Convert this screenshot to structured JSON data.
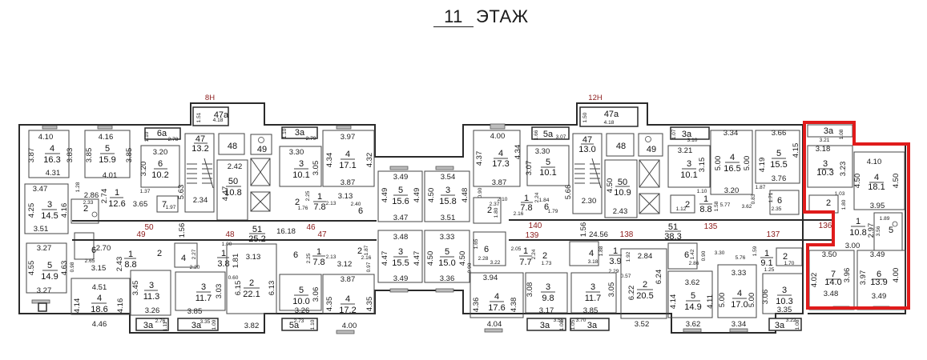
{
  "floor": {
    "number": "11",
    "label": "ЭТАЖ"
  },
  "highlight_color": "#e01b1b",
  "apartment_number_color": "#8b1a1a",
  "sections": [
    {
      "label": "8Н"
    },
    {
      "label": "12Н"
    }
  ],
  "common": {
    "corridor_left": {
      "num": "51",
      "area": "25.2",
      "length": "16.18",
      "width": "1.56"
    },
    "corridor_right": {
      "num": "51",
      "area": "38.3",
      "length": "24.56",
      "width": "1.56"
    },
    "stair_left": {
      "num": "47",
      "area": "13.2",
      "dim": "5.63",
      "dim2": "2.34"
    },
    "stair_right": {
      "num": "47",
      "area": "13.0",
      "dim": "5.66",
      "dim2": "2.30"
    },
    "lobby_left": {
      "num": "50",
      "area": "10.8",
      "dim": "4.47",
      "dim2": "2.42"
    },
    "lobby_right": {
      "num": "50",
      "area": "10.9",
      "dim": "4.50",
      "dim2": "2.43"
    },
    "balcony_left": {
      "num": "47а",
      "d1": "1.51",
      "d2": "4.18"
    },
    "balcony_right": {
      "num": "47а",
      "d1": "1.50",
      "d2": "4.18"
    },
    "room48_left": {
      "num": "48"
    },
    "room48_right": {
      "num": "48"
    },
    "room49_left": {
      "num": "49"
    },
    "room49_right": {
      "num": "49"
    }
  },
  "apartment_numbers": [
    "50",
    "49",
    "48",
    "46",
    "47",
    "140",
    "139",
    "138",
    "135",
    "137",
    "136"
  ],
  "rooms": [
    {
      "num": "4",
      "area": "16.3",
      "dims": [
        "4.10",
        "3.87",
        "3.83",
        "4.31"
      ]
    },
    {
      "num": "5",
      "area": "15.9",
      "dims": [
        "4.16",
        "3.85",
        "3.85",
        "4.01"
      ]
    },
    {
      "num": "6а",
      "area": "",
      "dims": [
        "1.10",
        "2.78"
      ]
    },
    {
      "num": "6",
      "area": "10.2",
      "dims": [
        "3.20",
        "3.20"
      ]
    },
    {
      "num": "3",
      "area": "14.5",
      "dims": [
        "3.47",
        "4.25",
        "4.16",
        "3.51"
      ]
    },
    {
      "num": "1",
      "area": "12.6",
      "dims": [
        "2.74",
        "3.65",
        "1.28",
        "1.37"
      ]
    },
    {
      "num": "2",
      "area": "",
      "dims": [
        "2.86",
        "2.33"
      ]
    },
    {
      "num": "7",
      "area": "",
      "dims": [
        "1.97"
      ]
    },
    {
      "num": "5",
      "area": "14.9",
      "dims": [
        "3.27",
        "4.55",
        "4.63",
        "3.27"
      ]
    },
    {
      "num": "6",
      "area": "",
      "dims": [
        "3.15",
        "2.65",
        "0.98"
      ]
    },
    {
      "num": "1",
      "area": "8.8",
      "dims": [
        "2.70",
        "2.43"
      ]
    },
    {
      "num": "2",
      "area": "",
      "dims": []
    },
    {
      "num": "4",
      "area": "18.6",
      "dims": [
        "4.51",
        "4.14",
        "4.16",
        "4.46"
      ]
    },
    {
      "num": "3",
      "area": "11.3",
      "dims": [
        "3.45",
        "3.26"
      ]
    },
    {
      "num": "3а",
      "area": "",
      "dims": [
        "2.76",
        "1.11"
      ]
    },
    {
      "num": "4",
      "area": "",
      "dims": [
        "2.27",
        "2.20"
      ]
    },
    {
      "num": "1",
      "area": "3.8",
      "dims": [
        "1.81",
        "1.00",
        "0.60"
      ]
    },
    {
      "num": "3",
      "area": "11.7",
      "dims": [
        "3.03",
        "3.85"
      ]
    },
    {
      "num": "3а",
      "area": "",
      "dims": [
        "3.35",
        "1.09"
      ]
    },
    {
      "num": "2",
      "area": "22.1",
      "dims": [
        "3.13",
        "6.15",
        "6.13",
        "3.82"
      ]
    },
    {
      "num": "3а",
      "area": "",
      "dims": [
        "1.10",
        "2.79"
      ]
    },
    {
      "num": "3",
      "area": "10.1",
      "dims": [
        "3.30",
        "3.05"
      ]
    },
    {
      "num": "4",
      "area": "17.1",
      "dims": [
        "3.97",
        "4.34",
        "4.32",
        "3.87"
      ]
    },
    {
      "num": "1",
      "area": "7.8",
      "dims": [
        "2.25",
        "3.13",
        "2.13"
      ]
    },
    {
      "num": "2",
      "area": "",
      "dims": [
        "1.76"
      ]
    },
    {
      "num": "6",
      "area": "",
      "dims": [
        "2.40",
        "1.55",
        "0.90"
      ]
    },
    {
      "num": "5",
      "area": "15.6",
      "dims": [
        "3.49",
        "4.49",
        "4.49",
        "3.47"
      ]
    },
    {
      "num": "3",
      "area": "15.8",
      "dims": [
        "3.54",
        "4.50",
        "4.48",
        "3.51"
      ]
    },
    {
      "num": "1",
      "area": "7.8",
      "dims": [
        "3.12",
        "2.13",
        "2.25"
      ]
    },
    {
      "num": "6",
      "area": "",
      "dims": []
    },
    {
      "num": "2",
      "area": "",
      "dims": [
        "2.16",
        "1.87",
        "0.97"
      ]
    },
    {
      "num": "5",
      "area": "10.0",
      "dims": [
        "3.06",
        "3.26"
      ]
    },
    {
      "num": "5а",
      "area": "",
      "dims": [
        "2.73",
        "1.10"
      ]
    },
    {
      "num": "4",
      "area": "17.2",
      "dims": [
        "3.87",
        "4.35",
        "4.35",
        "4.00"
      ]
    },
    {
      "num": "3",
      "area": "15.5",
      "dims": [
        "3.48",
        "4.47",
        "4.47",
        "3.49"
      ]
    },
    {
      "num": "5",
      "area": "15.0",
      "dims": [
        "3.33",
        "4.50",
        "4.50",
        "3.36"
      ]
    },
    {
      "num": "4",
      "area": "17.3",
      "dims": [
        "4.00",
        "4.37",
        "4.34",
        "3.87"
      ]
    },
    {
      "num": "5а",
      "area": "",
      "dims": [
        "1.66",
        "3.07"
      ]
    },
    {
      "num": "5",
      "area": "10.1",
      "dims": [
        "3.30",
        "3.07"
      ]
    },
    {
      "num": "1",
      "area": "7.8",
      "dims": [
        "2.24",
        "2.10",
        "2.16",
        "0.90"
      ]
    },
    {
      "num": "2",
      "area": "",
      "dims": [
        "2.37",
        "1.80"
      ]
    },
    {
      "num": "6",
      "area": "",
      "dims": [
        "1.84",
        "1.79"
      ]
    },
    {
      "num": "6",
      "area": "",
      "dims": [
        "1.65",
        "2.28",
        "3.22",
        "0.90"
      ]
    },
    {
      "num": "1",
      "area": "7.7",
      "dims": [
        "2.05",
        "2.24"
      ]
    },
    {
      "num": "2",
      "area": "",
      "dims": [
        "1.73"
      ]
    },
    {
      "num": "4",
      "area": "17.6",
      "dims": [
        "3.94",
        "4.36",
        "4.38",
        "4.04"
      ]
    },
    {
      "num": "3",
      "area": "9.8",
      "dims": [
        "3.08",
        "3.17"
      ]
    },
    {
      "num": "3а",
      "area": "",
      "dims": [
        "3.56",
        "1.08"
      ]
    },
    {
      "num": "4",
      "area": "",
      "dims": [
        "3.18"
      ]
    },
    {
      "num": "1",
      "area": "3.9",
      "dims": [
        "1.88",
        "1.92",
        "2.29",
        "0.57"
      ]
    },
    {
      "num": "3",
      "area": "11.7",
      "dims": [
        "3.05",
        "3.85"
      ]
    },
    {
      "num": "3а",
      "area": "",
      "dims": [
        "1.05",
        "3.70"
      ]
    },
    {
      "num": "2",
      "area": "20.5",
      "dims": [
        "2.84",
        "6.22",
        "6.24",
        "3.52"
      ]
    },
    {
      "num": "3а",
      "area": "",
      "dims": [
        "1.07",
        "3.10"
      ]
    },
    {
      "num": "3",
      "area": "10.1",
      "dims": [
        "3.21",
        "3.15"
      ]
    },
    {
      "num": "4",
      "area": "16.5",
      "dims": [
        "3.34",
        "5.00",
        "5.00",
        "3.20"
      ]
    },
    {
      "num": "5",
      "area": "15.5",
      "dims": [
        "3.66",
        "4.19",
        "4.15",
        "3.76"
      ]
    },
    {
      "num": "2",
      "area": "",
      "dims": [
        "1.12"
      ]
    },
    {
      "num": "1",
      "area": "8.8",
      "dims": [
        "1.10",
        "1.58",
        "5.77",
        "3.62",
        "0.83"
      ]
    },
    {
      "num": "6",
      "area": "",
      "dims": [
        "1.87",
        "1.71",
        "2.35"
      ]
    },
    {
      "num": "6",
      "area": "",
      "dims": [
        "1.42",
        "2.86",
        "0.90"
      ]
    },
    {
      "num": "5",
      "area": "14.9",
      "dims": [
        "3.62",
        "4.14",
        "4.11",
        "3.62"
      ]
    },
    {
      "num": "4",
      "area": "17.0",
      "dims": [
        "3.33",
        "5.00",
        "5.00",
        "3.34"
      ]
    },
    {
      "num": "1",
      "area": "9.1",
      "dims": [
        "3.30",
        "5.76",
        "1.59",
        "1.25"
      ]
    },
    {
      "num": "2",
      "area": "",
      "dims": [
        "1.70"
      ]
    },
    {
      "num": "3",
      "area": "10.3",
      "dims": [
        "3.06",
        "3.35"
      ]
    },
    {
      "num": "3а",
      "area": "",
      "dims": [
        "3.22",
        "1.08"
      ]
    },
    {
      "num": "3а",
      "area": "",
      "dims": [
        "3.21",
        "1.08"
      ]
    },
    {
      "num": "3",
      "area": "10.3",
      "dims": [
        "3.18",
        "3.23"
      ]
    },
    {
      "num": "4",
      "area": "18.1",
      "dims": [
        "4.10",
        "4.50",
        "4.50",
        "3.95"
      ]
    },
    {
      "num": "2",
      "area": "",
      "dims": [
        "1.03",
        "1.80",
        "1.02"
      ]
    },
    {
      "num": "1",
      "area": "10.8",
      "dims": [
        "2.97",
        "3.00"
      ]
    },
    {
      "num": "5",
      "area": "",
      "dims": [
        "1.89",
        "3.56"
      ]
    },
    {
      "num": "7",
      "area": "14.0",
      "dims": [
        "3.50",
        "4.02",
        "3.96",
        "3.48"
      ]
    },
    {
      "num": "6",
      "area": "13.9",
      "dims": [
        "3.49",
        "3.97",
        "4.00",
        "3.49"
      ]
    }
  ]
}
